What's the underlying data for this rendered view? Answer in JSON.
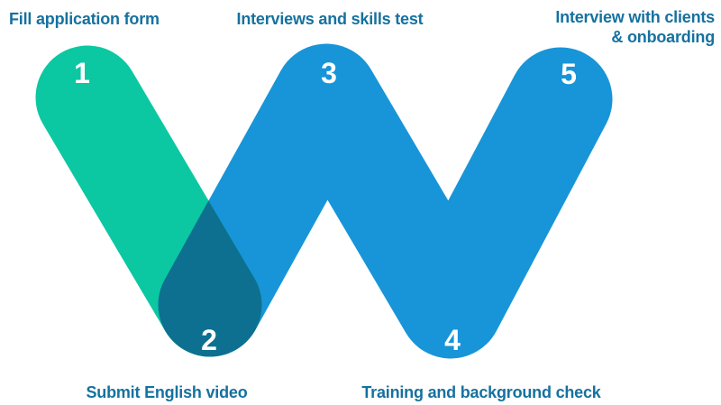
{
  "diagram": {
    "steps": [
      {
        "number": "1",
        "label": "Fill application form"
      },
      {
        "number": "2",
        "label": "Submit English video"
      },
      {
        "number": "3",
        "label": "Interviews and skills test"
      },
      {
        "number": "4",
        "label": "Training and background check"
      },
      {
        "number": "5",
        "label": "Interview with clients & onboarding",
        "label_line1": "Interview with clients",
        "label_line2": "& onboarding"
      }
    ]
  },
  "colors": {
    "step1_green": "#0BC8A2",
    "overlap_teal": "#0D7090",
    "shape_blue": "#1795D8",
    "label_text": "#16719F",
    "number_text": "#FFFFFF"
  }
}
